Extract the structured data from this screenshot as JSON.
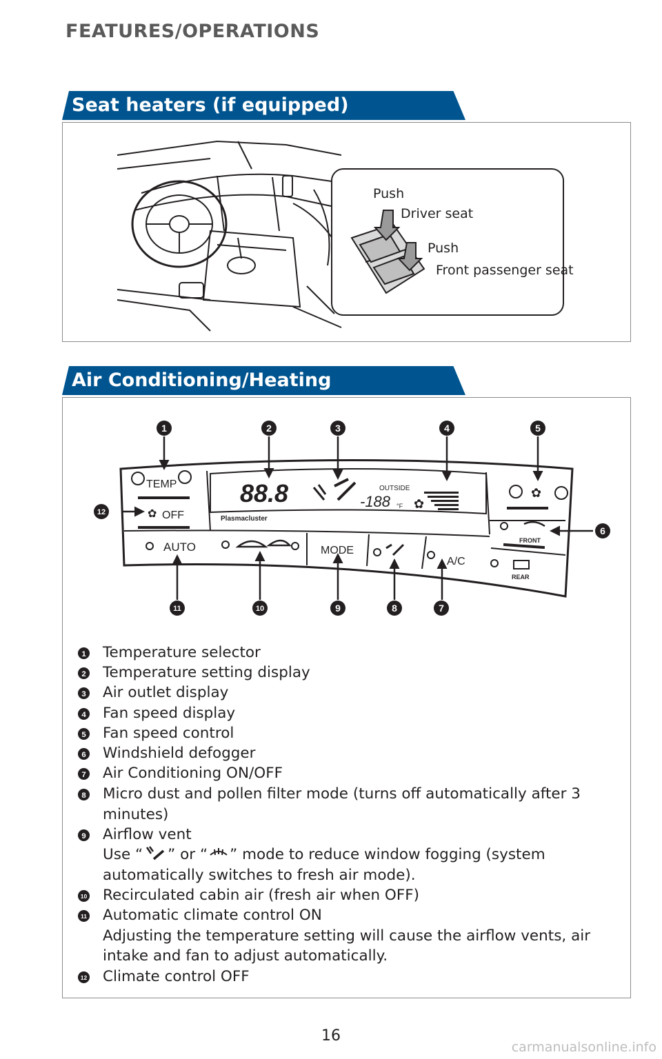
{
  "header": {
    "section": "FEATURES/OPERATIONS"
  },
  "seat_heaters": {
    "title": "Seat heaters (if equipped)",
    "callout": {
      "push_1": "Push",
      "driver_seat": "Driver seat",
      "push_2": "Push",
      "front_passenger_seat": "Front passenger seat"
    }
  },
  "air_conditioning": {
    "title": "Air Conditioning/Heating",
    "panel": {
      "temp_label": "TEMP",
      "off_label": "OFF",
      "auto_label": "AUTO",
      "mode_label": "MODE",
      "ac_label": "A/C",
      "front_label": "FRONT",
      "rear_label": "REAR",
      "display_temp": "88.8",
      "outside_label": "OUTSIDE",
      "outside_temp": "-188",
      "unit": "°F",
      "brand": "Plasmacluster"
    },
    "numbers": [
      "1",
      "2",
      "3",
      "4",
      "5",
      "6",
      "7",
      "8",
      "9",
      "10",
      "11",
      "12"
    ],
    "legend": [
      {
        "num": "1",
        "text": "Temperature selector"
      },
      {
        "num": "2",
        "text": "Temperature setting display"
      },
      {
        "num": "3",
        "text": "Air outlet display"
      },
      {
        "num": "4",
        "text": "Fan speed display"
      },
      {
        "num": "5",
        "text": "Fan speed control"
      },
      {
        "num": "6",
        "text": "Windshield defogger"
      },
      {
        "num": "7",
        "text": "Air Conditioning ON/OFF"
      },
      {
        "num": "8",
        "text": "Micro dust and pollen filter mode (turns off automatically after 3\nminutes)"
      },
      {
        "num": "9",
        "text": "Airflow vent"
      },
      {
        "num": "10",
        "text": "Recirculated cabin air (fresh air when OFF)"
      },
      {
        "num": "11",
        "text": "Automatic climate control ON\nAdjusting the temperature setting will cause the airflow vents, air\nintake and fan to adjust automatically."
      },
      {
        "num": "12",
        "text": "Climate control OFF"
      }
    ],
    "airflow_note": {
      "use": "Use “",
      "or": "” or “",
      "rest": "” mode to reduce window fogging (system",
      "line2": "automatically switches to fresh air mode)."
    }
  },
  "footer": {
    "page_number": "16",
    "watermark": "carmanualsonline.info"
  }
}
